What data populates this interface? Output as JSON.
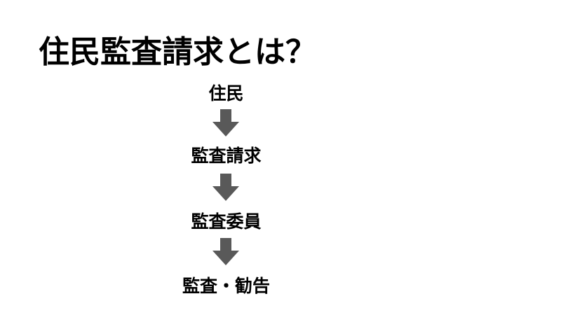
{
  "title": "住民監査請求とは？",
  "flow": {
    "steps": [
      "住民",
      "監査請求",
      "監査委員",
      "監査・勧告"
    ],
    "arrow_icon": "down-arrow-icon",
    "arrow_color": "#595959"
  }
}
